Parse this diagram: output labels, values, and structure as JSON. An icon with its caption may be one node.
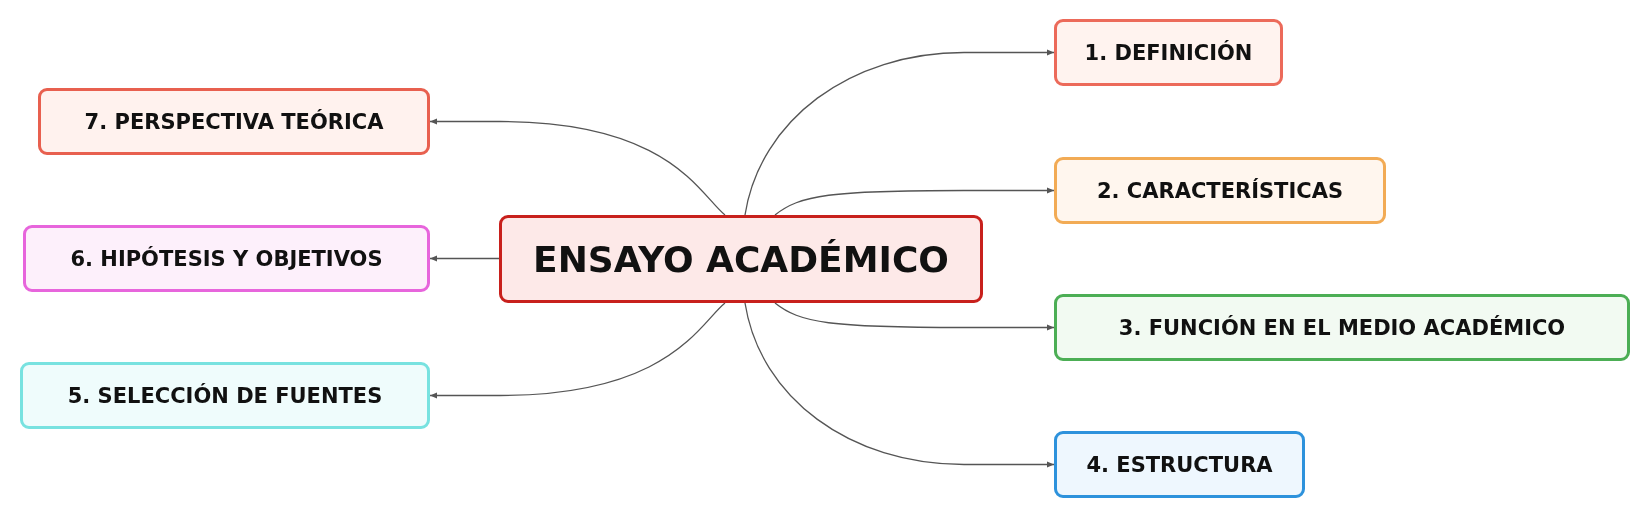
{
  "diagram": {
    "nodes": [
      {
        "text": [
          "ENSAYO ACADÉMICO"
        ]
      },
      {
        "text": [
          "1. DEFINICIÓN"
        ]
      },
      {
        "text": [
          "2. CARACTERÍSTICAS"
        ]
      },
      {
        "text": [
          "3. FUNCIÓN EN EL MEDIO ACADÉMICO"
        ]
      },
      {
        "text": [
          "4. ESTRUCTURA"
        ]
      },
      {
        "text": [
          "5. SELECCIÓN DE FUENTES"
        ]
      },
      {
        "text": [
          "6. HIPÓTESIS Y OBJETIVOS"
        ]
      },
      {
        "text": [
          "7. PERSPECTIVA TEÓRICA"
        ]
      }
    ],
    "edges": [
      {
        "from": 0,
        "to": 1,
        "arrow": "to"
      },
      {
        "from": 0,
        "to": 2,
        "arrow": "to"
      },
      {
        "from": 0,
        "to": 3,
        "arrow": "to"
      },
      {
        "from": 0,
        "to": 4,
        "arrow": "to"
      },
      {
        "from": 0,
        "to": 5,
        "arrow": "to"
      },
      {
        "from": 0,
        "to": 6,
        "arrow": "to"
      },
      {
        "from": 0,
        "to": 7,
        "arrow": "to"
      }
    ]
  }
}
